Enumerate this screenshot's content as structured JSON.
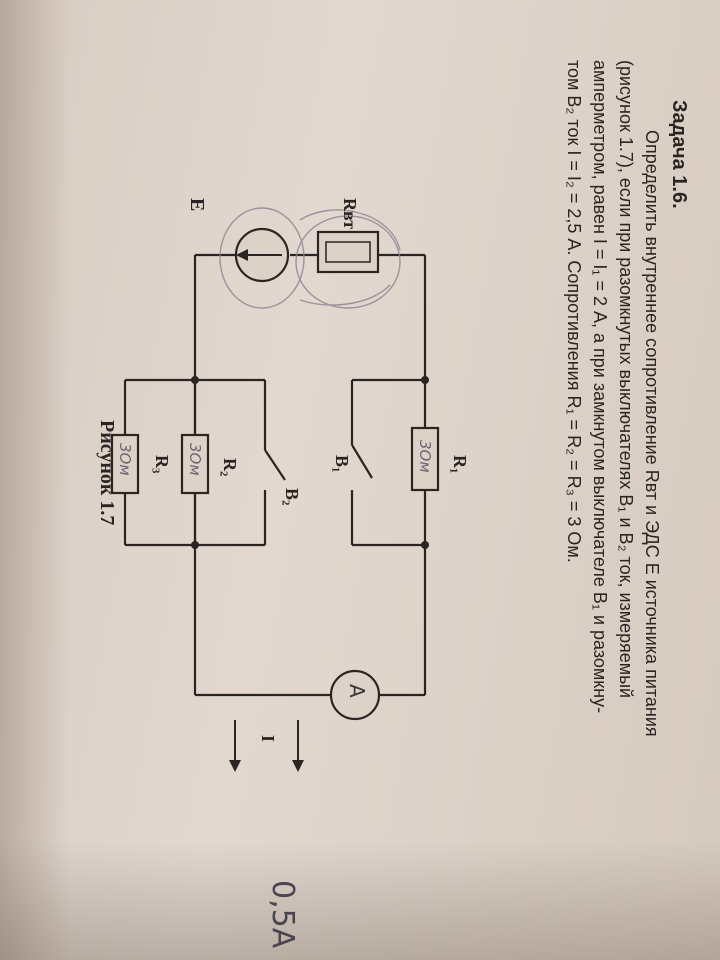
{
  "problem": {
    "heading": "Задача 1.6.",
    "lines": [
      "Определить внутреннее сопротивление Rвт и ЭДС E источника питания",
      "(рисунок 1.7), если при разомкнутых выключателях B₁ и B₂ ток, измеряемый",
      "амперметром, равен I = I₁ = 2 А, а при замкнутом выключателе B₁ и разомкну-",
      "том B₂ ток I = I₂ = 2,5 А. Сопротивления R₁ = R₂ = R₃ = 3 Ом."
    ]
  },
  "figure": {
    "caption": "Рисунок 1.7",
    "labels": {
      "source": "E",
      "internal_resistor": "Rвт",
      "r1": "R₁",
      "r2": "R₂",
      "r3": "R₃",
      "switch1": "B₁",
      "switch2": "B₂",
      "ammeter": "A",
      "current": "I"
    },
    "handwritten": {
      "r1_value": "3Ом",
      "r2_value": "3Ом",
      "r3_value": "3Ом",
      "answer": "0,5A"
    }
  }
}
